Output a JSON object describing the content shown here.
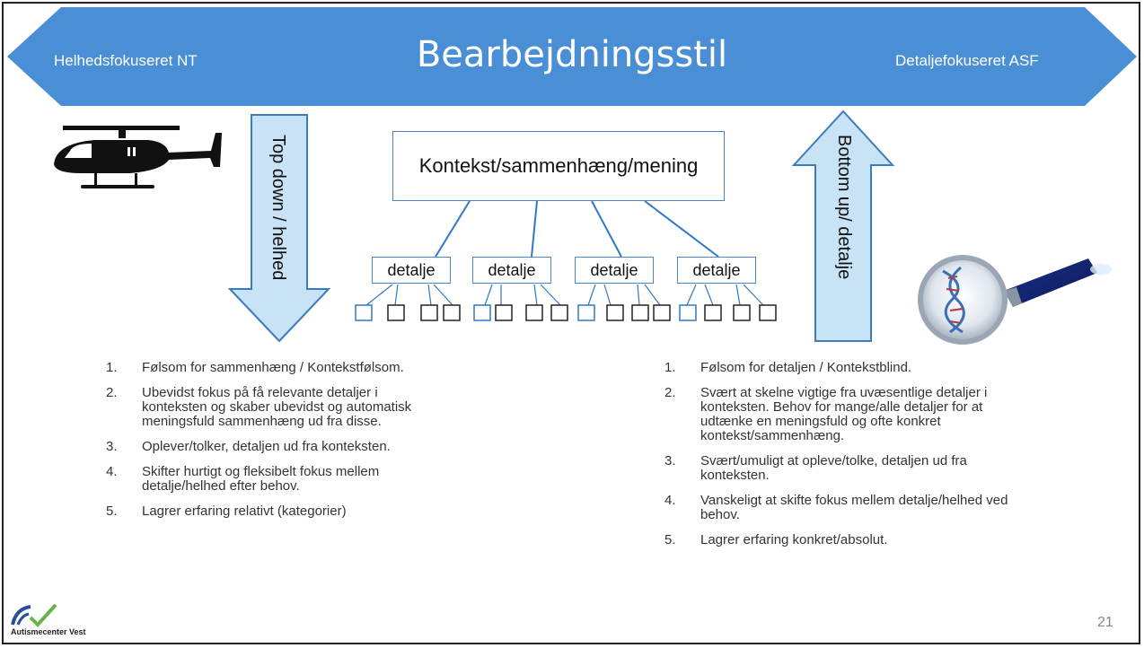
{
  "banner": {
    "title": "Bearbejdningsstil",
    "left_label": "Helhedsfokuseret  NT",
    "right_label": "Detaljefokuseret  ASF"
  },
  "arrows": {
    "down_label": "Top down / helhed",
    "up_label": "Bottom up/ detalje"
  },
  "diagram": {
    "context": "Kontekst/sammenhæng/mening",
    "details": [
      "detalje",
      "detalje",
      "detalje",
      "detalje"
    ]
  },
  "left_list": {
    "items": [
      {
        "num": "1.",
        "lines": [
          "Følsom for sammenhæng / Kontekstfølsom."
        ]
      },
      {
        "num": "2.",
        "lines": [
          "Ubevidst fokus på få relevante detaljer i",
          "konteksten og skaber ubevidst og automatisk",
          "meningsfuld sammenhæng ud fra  disse."
        ]
      },
      {
        "num": "3.",
        "lines": [
          "Oplever/tolker, detaljen ud fra konteksten."
        ]
      },
      {
        "num": "4.",
        "lines": [
          "Skifter hurtigt og fleksibelt fokus mellem",
          "detalje/helhed efter behov."
        ]
      },
      {
        "num": "5.",
        "lines": [
          "Lagrer erfaring relativt  (kategorier)"
        ]
      }
    ]
  },
  "right_list": {
    "items": [
      {
        "num": "1.",
        "lines": [
          "Følsom for detaljen  / Kontekstblind."
        ]
      },
      {
        "num": "2.",
        "lines": [
          "Svært at skelne vigtige fra uvæsentlige detaljer i",
          "konteksten. Behov for mange/alle detaljer for at",
          "udtænke en meningsfuld og ofte konkret",
          "kontekst/sammenhæng."
        ]
      },
      {
        "num": "3.",
        "lines": [
          "Svært/umuligt at opleve/tolke, detaljen ud fra",
          "konteksten."
        ]
      },
      {
        "num": "4.",
        "lines": [
          "Vanskeligt at skifte fokus mellem detalje/helhed ved",
          "behov."
        ]
      },
      {
        "num": "5.",
        "lines": [
          "Lagrer erfaring konkret/absolut."
        ]
      }
    ]
  },
  "footer": {
    "page_number": "21",
    "logo_text": "Autismecenter Vest"
  },
  "icons": {
    "helicopter": "helicopter-icon",
    "magnifier": "magnifying-glass-dna-icon",
    "logo": "autismecenter-vest-logo"
  },
  "colors": {
    "banner": "#4a8fd6",
    "arrow_fill": "#c7e3f5",
    "arrow_stroke": "#3b7cc0",
    "line": "#2e78c5"
  }
}
